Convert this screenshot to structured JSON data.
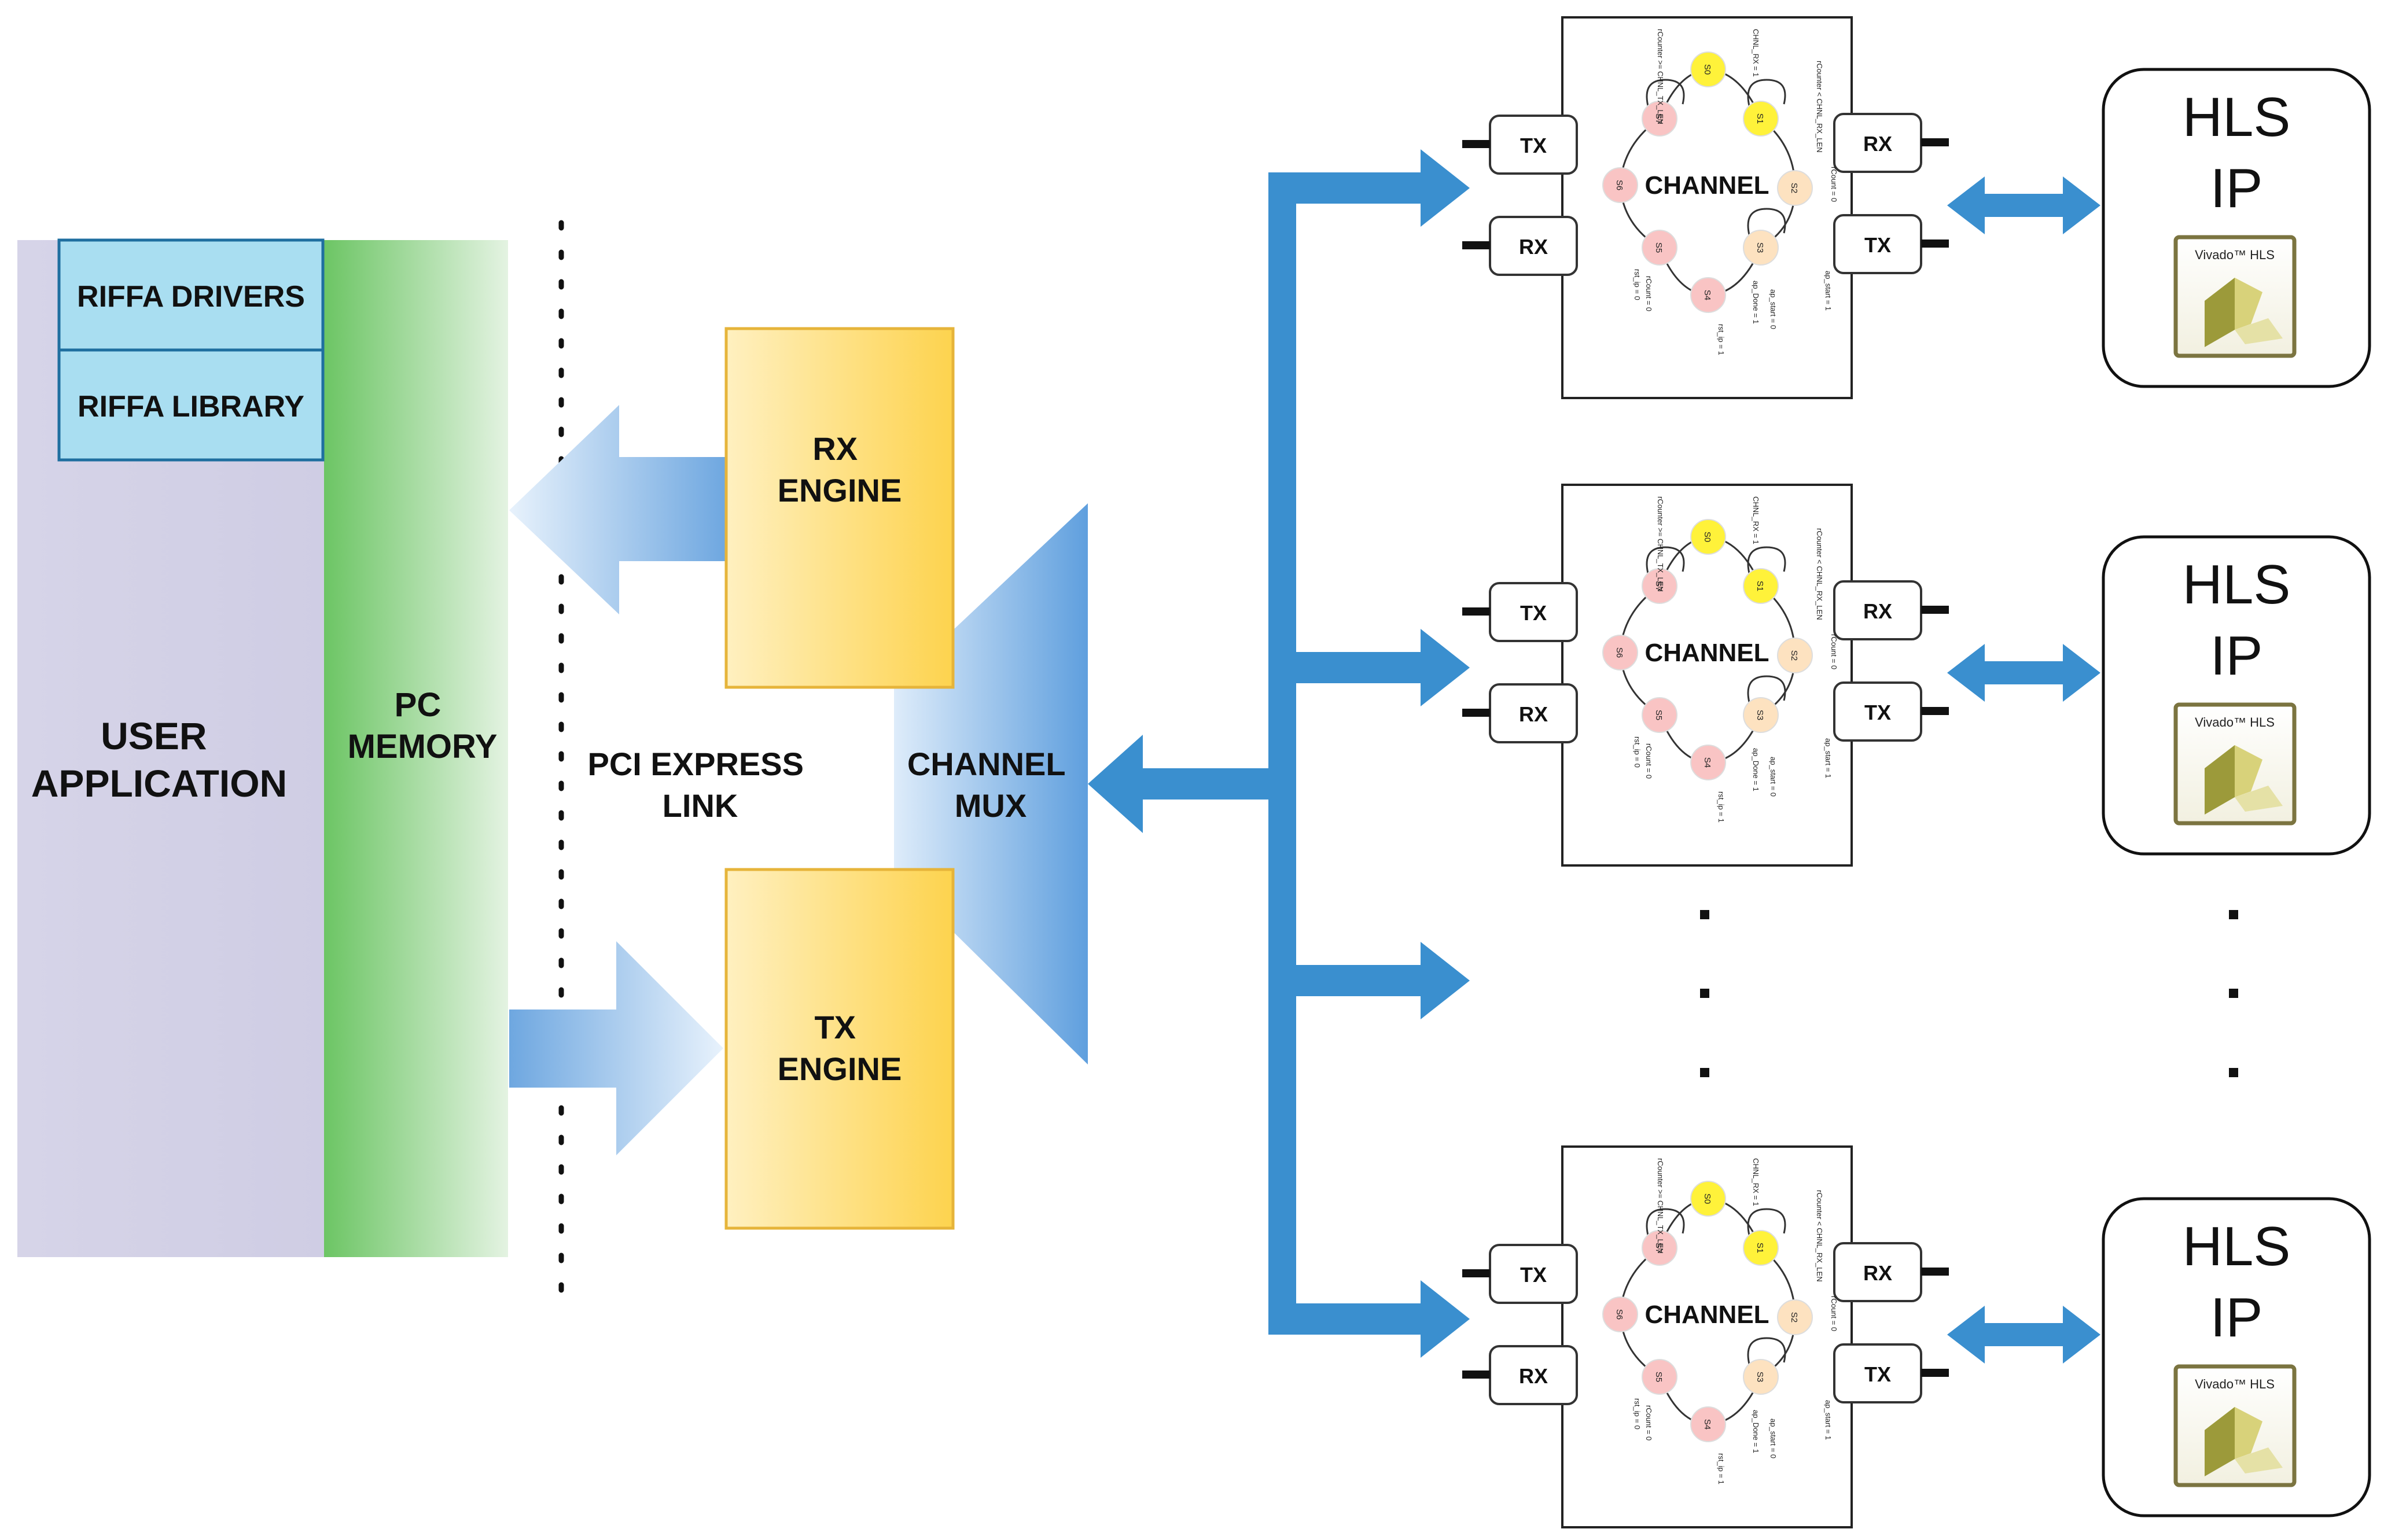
{
  "host": {
    "user_application": [
      "USER",
      "APPLICATION"
    ],
    "pc_memory": [
      "PC",
      "MEMORY"
    ],
    "riffa_drivers": "RIFFA DRIVERS",
    "riffa_library": "RIFFA LIBRARY"
  },
  "link": [
    "PCI EXPRESS",
    "LINK"
  ],
  "rx_engine": [
    "RX",
    "ENGINE"
  ],
  "tx_engine": [
    "TX",
    "ENGINE"
  ],
  "mux": [
    "CHANNEL",
    "MUX"
  ],
  "channel": {
    "label": "CHANNEL",
    "tx": "TX",
    "rx": "RX",
    "states": [
      "S0",
      "S1",
      "S2",
      "S3",
      "S4",
      "S5",
      "S6",
      "S7"
    ],
    "transitions": [
      "CHNL_RX = 1",
      "rCounter < CHNL_RX_LEN",
      "rCount = 0",
      "ap_start = 1",
      "ap_Done = 1",
      "ap_start = 0",
      "rst_ip = 1",
      "rst_ip = 0",
      "rCount = 0",
      "rCounter >= CHNL_TX_LEN"
    ]
  },
  "hls": {
    "title": [
      "HLS",
      "IP"
    ],
    "logo": "Vivado™ HLS"
  },
  "colors": {
    "arrow_blue": "#3a8fcf",
    "user_app": "#d2d0e6",
    "memory_green": "#74c96c",
    "riffa_box": "#a9def1",
    "engine_yellow": "#fdd85a",
    "state_yellow": "#fff23a",
    "state_orange": "#fde2c0",
    "state_pink": "#f9c4c4"
  }
}
